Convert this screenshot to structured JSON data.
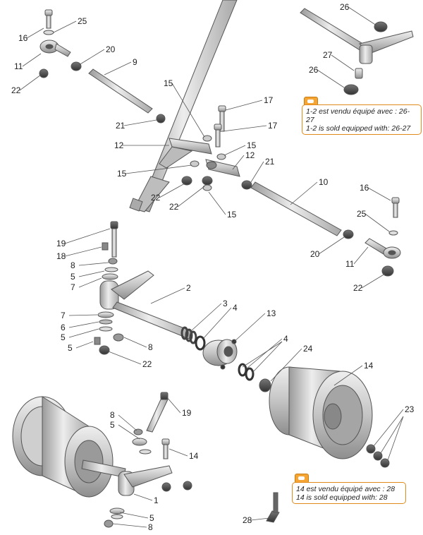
{
  "callouts": [
    {
      "id": "c16a",
      "text": "16"
    },
    {
      "id": "c25a",
      "text": "25"
    },
    {
      "id": "c11a",
      "text": "11"
    },
    {
      "id": "c20a",
      "text": "20"
    },
    {
      "id": "c9",
      "text": "9"
    },
    {
      "id": "c22a",
      "text": "22"
    },
    {
      "id": "c26a",
      "text": "26"
    },
    {
      "id": "c27",
      "text": "27"
    },
    {
      "id": "c26b",
      "text": "26"
    },
    {
      "id": "c15a",
      "text": "15"
    },
    {
      "id": "c17a",
      "text": "17"
    },
    {
      "id": "c17b",
      "text": "17"
    },
    {
      "id": "c21a",
      "text": "21"
    },
    {
      "id": "c12a",
      "text": "12"
    },
    {
      "id": "c15b",
      "text": "15"
    },
    {
      "id": "c15c",
      "text": "15"
    },
    {
      "id": "c12b",
      "text": "12"
    },
    {
      "id": "c21b",
      "text": "21"
    },
    {
      "id": "c22b",
      "text": "22"
    },
    {
      "id": "c22c",
      "text": "22"
    },
    {
      "id": "c15d",
      "text": "15"
    },
    {
      "id": "c10",
      "text": "10"
    },
    {
      "id": "c16b",
      "text": "16"
    },
    {
      "id": "c25b",
      "text": "25"
    },
    {
      "id": "c20b",
      "text": "20"
    },
    {
      "id": "c11b",
      "text": "11"
    },
    {
      "id": "c22d",
      "text": "22"
    },
    {
      "id": "c19a",
      "text": "19"
    },
    {
      "id": "c18",
      "text": "18"
    },
    {
      "id": "c8a",
      "text": "8"
    },
    {
      "id": "c5a",
      "text": "5"
    },
    {
      "id": "c7a",
      "text": "7"
    },
    {
      "id": "c2",
      "text": "2"
    },
    {
      "id": "c7b",
      "text": "7"
    },
    {
      "id": "c6",
      "text": "6"
    },
    {
      "id": "c5b",
      "text": "5"
    },
    {
      "id": "c5c",
      "text": "5"
    },
    {
      "id": "c8b",
      "text": "8"
    },
    {
      "id": "c22e",
      "text": "22"
    },
    {
      "id": "c3",
      "text": "3"
    },
    {
      "id": "c4a",
      "text": "4"
    },
    {
      "id": "c13",
      "text": "13"
    },
    {
      "id": "c4b",
      "text": "4"
    },
    {
      "id": "c24",
      "text": "24"
    },
    {
      "id": "c14a",
      "text": "14"
    },
    {
      "id": "c19b",
      "text": "19"
    },
    {
      "id": "c8c",
      "text": "8"
    },
    {
      "id": "c5d",
      "text": "5"
    },
    {
      "id": "c14b",
      "text": "14"
    },
    {
      "id": "c23",
      "text": "23"
    },
    {
      "id": "c1",
      "text": "1"
    },
    {
      "id": "c5e",
      "text": "5"
    },
    {
      "id": "c8d",
      "text": "8"
    },
    {
      "id": "c28",
      "text": "28"
    }
  ],
  "notes": {
    "top_fr": "1-2 est vendu équipé avec : 26-27",
    "top_en": "1-2 is sold equipped with: 26-27",
    "bottom_fr": "14 est vendu équipé avec : 28",
    "bottom_en": "14 is sold equipped with: 28"
  },
  "colors": {
    "note_border": "#e08a1e",
    "part_fill": "#c9c9c9",
    "part_stroke": "#555555"
  }
}
